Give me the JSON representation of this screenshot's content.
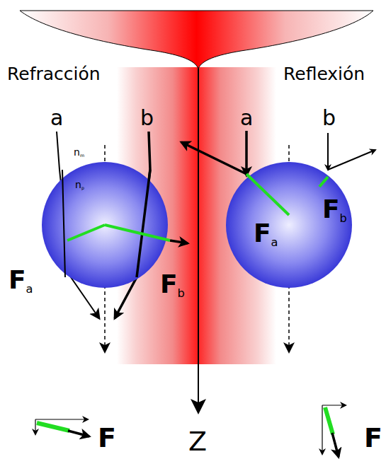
{
  "diagram": {
    "nodes": [
      {
        "text": [
          "np"
        ]
      },
      {
        "text": [
          "Fa",
          "Fb"
        ]
      }
    ],
    "labels": [
      "Refracción",
      "Reflexión",
      "a",
      "b",
      "nm",
      "Fa",
      "Fb",
      "a",
      "b",
      "Z",
      "F",
      "F"
    ]
  }
}
